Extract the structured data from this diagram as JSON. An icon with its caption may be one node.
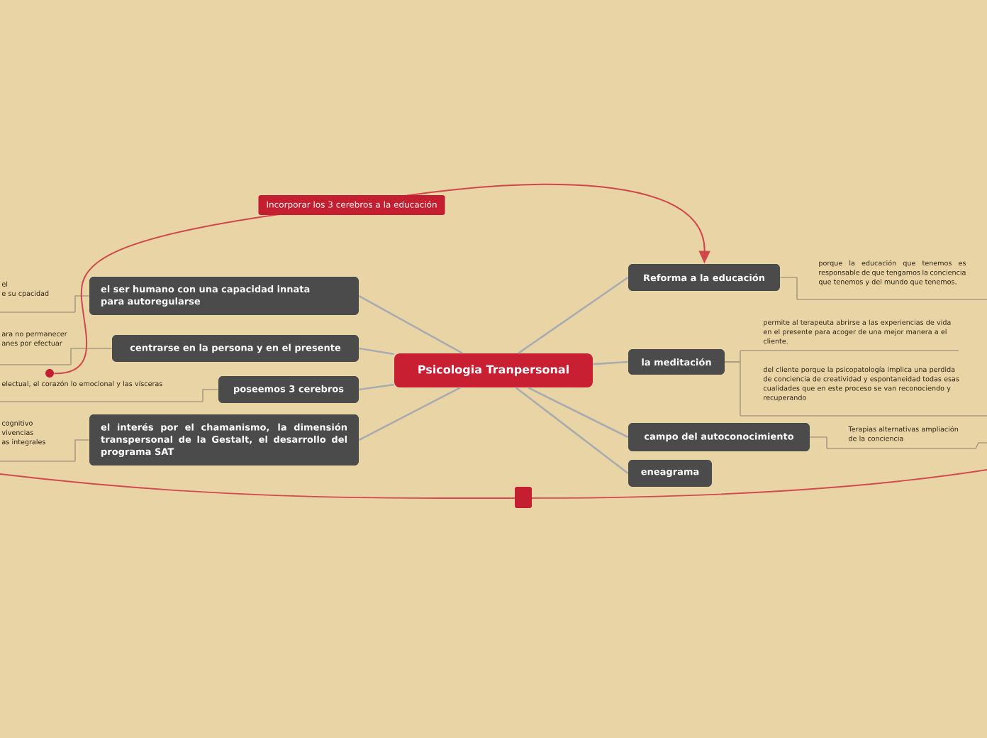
{
  "diagram": {
    "nodes": [
      {
        "text": [
          "Psicologia Tranpersonal"
        ]
      },
      {
        "text": [
          "el ser humano con una capacidad innata para autoregularse"
        ]
      },
      {
        "text": [
          "centrarse en la persona y en el presente"
        ]
      },
      {
        "text": [
          "poseemos 3 cerebros"
        ]
      },
      {
        "text": [
          "el interés por el chamanismo, la dimensión transpersonal de la Gestalt, el desarrollo del programa SAT"
        ]
      },
      {
        "text": [
          "Reforma a la educación"
        ]
      },
      {
        "text": [
          "la meditación"
        ]
      },
      {
        "text": [
          "campo del autoconocimiento"
        ]
      },
      {
        "text": [
          "eneagrama"
        ]
      },
      {
        "text": [
          "el",
          "e su cpacidad"
        ]
      },
      {
        "text": [
          "ara no permanecer",
          "anes por efectuar"
        ]
      },
      {
        "text": [
          "electual, el corazón lo emocional y las vísceras"
        ]
      },
      {
        "text": [
          "cognitivo",
          "vivencias",
          "as integrales"
        ]
      },
      {
        "text": [
          "porque la educación que tenemos es responsable de que tengamos la conciencia que tenemos y del mundo que tenemos."
        ]
      },
      {
        "text": [
          "permite al terapeuta abrirse a las experiencias de vida en el presente para acoger de una mejor manera a el cliente."
        ]
      },
      {
        "text": [
          "del cliente porque la psicopatología implica una perdida de conciencia de creatividad y espontaneidad todas esas cualidades que en este proceso se van reconociendo y recuperando"
        ]
      },
      {
        "text": [
          "Terapias alternativas ampliación de la conciencia"
        ]
      },
      {
        "text": [],
        "shape": "circle"
      }
    ],
    "edges": [
      {
        "from": 0,
        "to": 1,
        "arrow": "none",
        "color": "#a9acae"
      },
      {
        "from": 0,
        "to": 2,
        "arrow": "none",
        "color": "#a9acae"
      },
      {
        "from": 0,
        "to": 3,
        "arrow": "none",
        "color": "#a9acae"
      },
      {
        "from": 0,
        "to": 4,
        "arrow": "none",
        "color": "#a9acae"
      },
      {
        "from": 0,
        "to": 5,
        "arrow": "none",
        "color": "#a9acae"
      },
      {
        "from": 0,
        "to": 6,
        "arrow": "none",
        "color": "#a9acae"
      },
      {
        "from": 0,
        "to": 7,
        "arrow": "none",
        "color": "#a9acae"
      },
      {
        "from": 0,
        "to": 8,
        "arrow": "none",
        "color": "#a9acae"
      },
      {
        "from": 1,
        "to": 9,
        "arrow": "none",
        "color": "#a89c82"
      },
      {
        "from": 2,
        "to": 10,
        "arrow": "none",
        "color": "#a89c82"
      },
      {
        "from": 3,
        "to": 11,
        "arrow": "none",
        "color": "#a89c82"
      },
      {
        "from": 4,
        "to": 12,
        "arrow": "none",
        "color": "#a89c82"
      },
      {
        "from": 5,
        "to": 13,
        "arrow": "none",
        "color": "#a89c82"
      },
      {
        "from": 6,
        "to": 14,
        "arrow": "none",
        "color": "#a89c82"
      },
      {
        "from": 6,
        "to": 15,
        "arrow": "none",
        "color": "#a89c82"
      },
      {
        "from": 7,
        "to": 16,
        "arrow": "none",
        "color": "#a89c82"
      },
      {
        "from": 17,
        "to": 5,
        "arrow": "to",
        "label": "Incorporar los 3 cerebros a la educación",
        "color": "#d0474b"
      }
    ]
  }
}
